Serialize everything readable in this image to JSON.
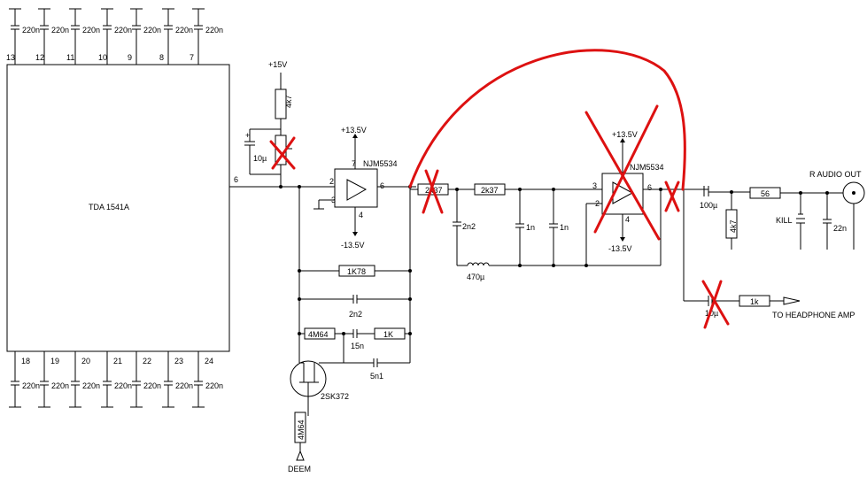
{
  "chip": {
    "label": "TDA 1541A",
    "top_pins": [
      "13",
      "12",
      "11",
      "10",
      "9",
      "8",
      "7"
    ],
    "bottom_pins": [
      "18",
      "19",
      "20",
      "21",
      "22",
      "23",
      "24"
    ],
    "output_pin": "6",
    "decoupling_cap": "220n"
  },
  "supply": {
    "pos15": "+15V",
    "opamp1_pos": "+13.5V",
    "opamp1_neg": "-13.5V",
    "opamp2_pos": "+13.5V",
    "opamp2_neg": "-13.5V"
  },
  "components": {
    "r_4k7_top": "4k7",
    "c_10u": "10µ",
    "opamp1": "NJM5534",
    "opamp1_pin7": "7",
    "opamp1_pin2": "2",
    "opamp1_pin3": "3",
    "opamp1_pin6": "6",
    "opamp1_pin4": "4",
    "r_1k78": "1K78",
    "c_2n2_fb": "2n2",
    "r_4m64": "4M64",
    "c_15n": "15n",
    "r_1k_fb": "1K",
    "c_5n1": "5n1",
    "jfet": "2SK372",
    "r_4m64_v": "4M64",
    "deem": "DEEM",
    "r_2k37a": "2k37",
    "r_2k37b": "2k37",
    "c_2n2": "2n2",
    "c_1n_a": "1n",
    "c_1n_b": "1n",
    "l_470u": "470µ",
    "opamp2": "NJM5534",
    "opamp2_pin3": "3",
    "opamp2_pin2": "2",
    "opamp2_pin6": "6",
    "opamp2_pin4": "4",
    "c_100u": "100µ",
    "r_4k7_out": "4k7",
    "r_56": "56",
    "kill": "KILL",
    "c_22n": "22n",
    "r_audio_out": "R AUDIO OUT",
    "c_10u_hp": "10µ",
    "r_1k_hp": "1k",
    "to_headphone": "TO HEADPHONE AMP"
  }
}
